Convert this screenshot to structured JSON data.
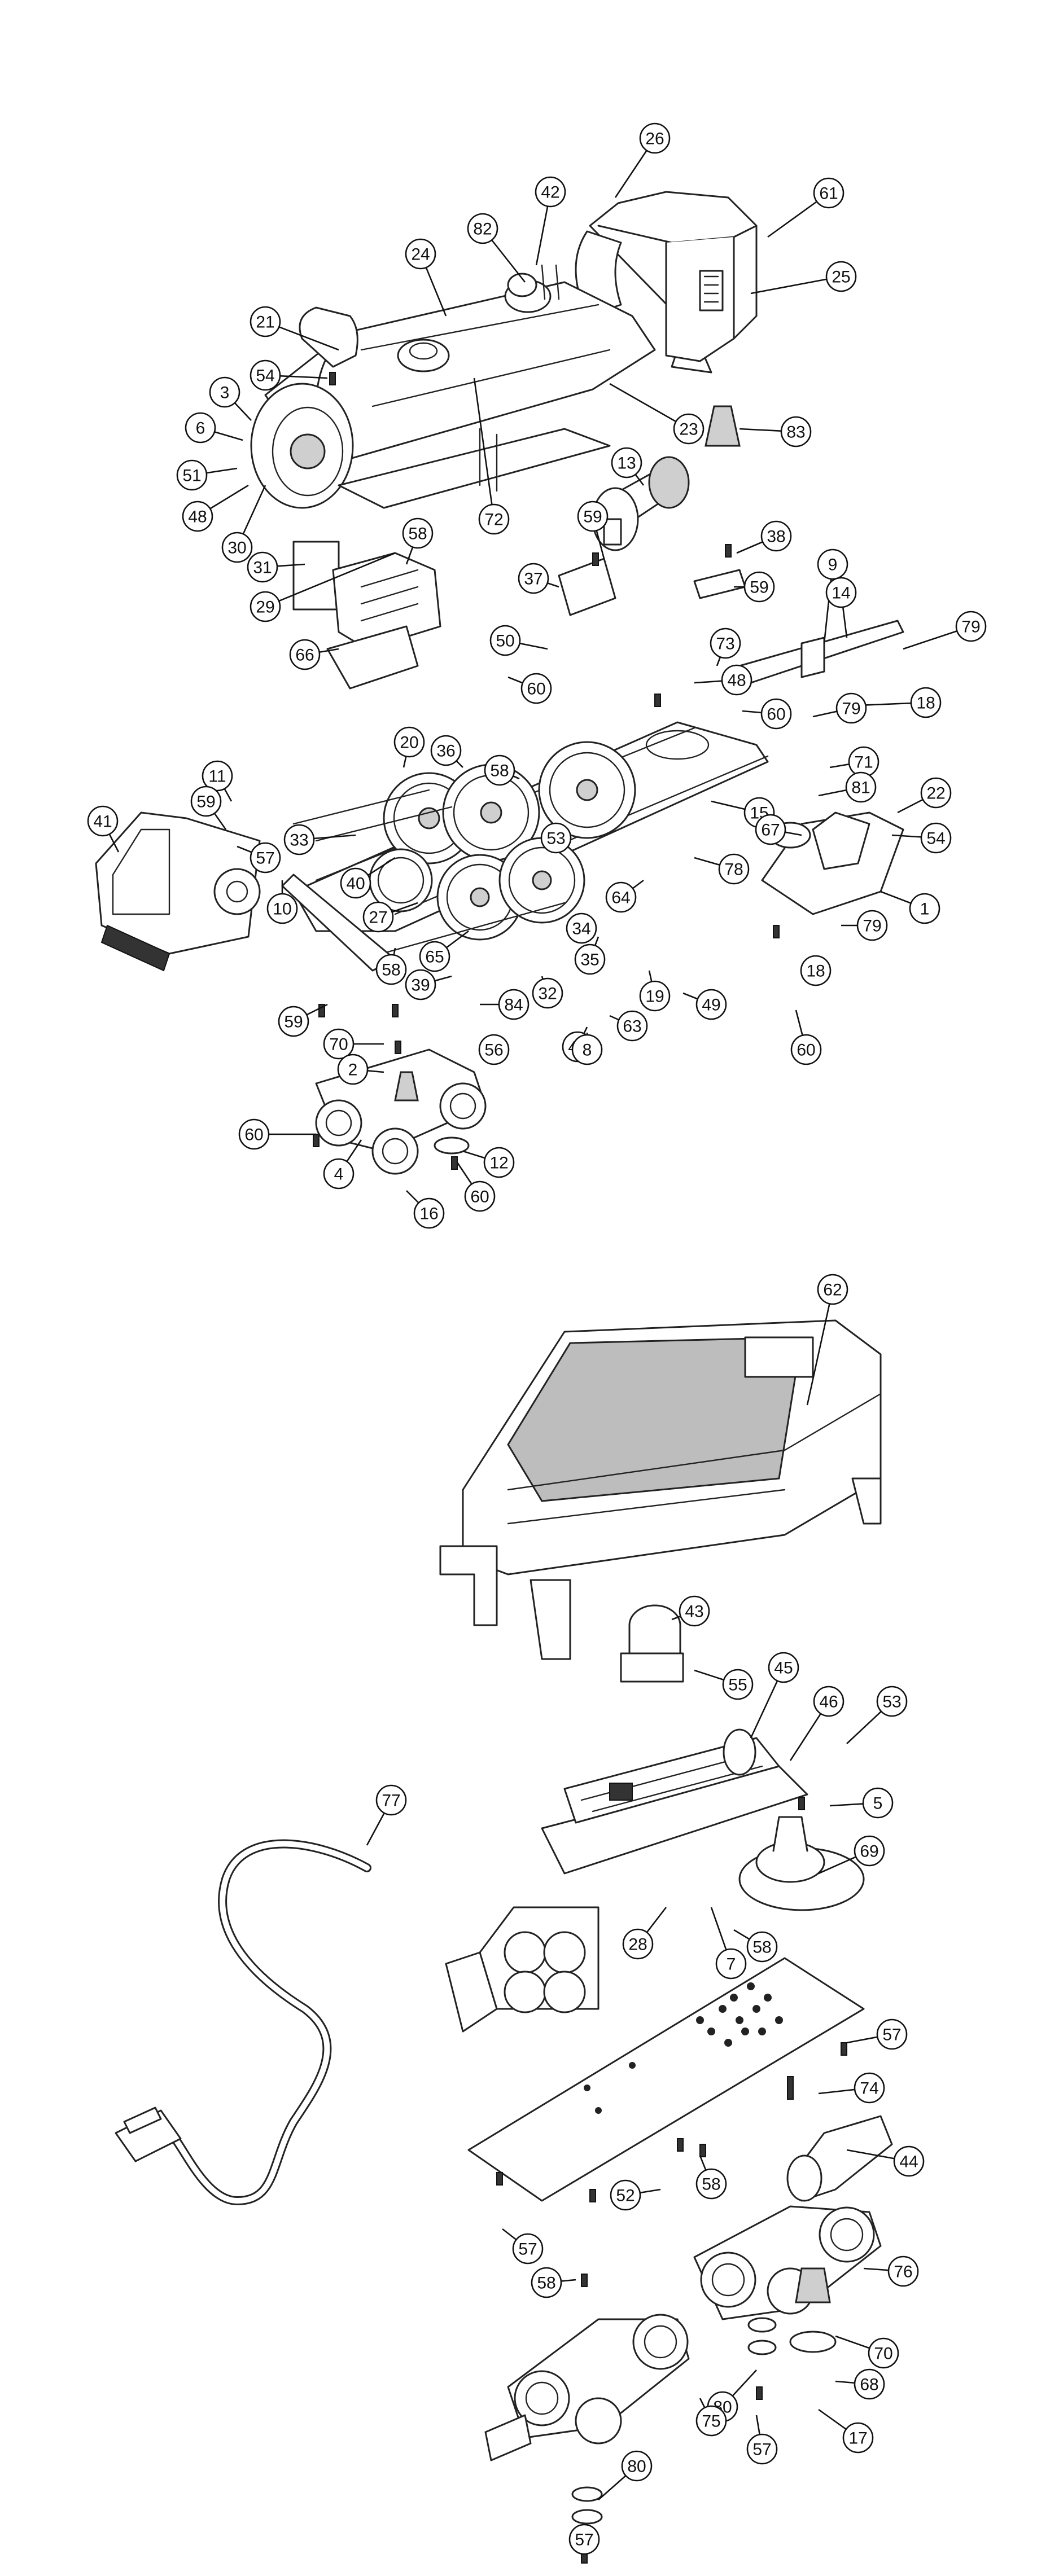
{
  "diagram": {
    "locomotive_callouts": [
      "26",
      "42",
      "61",
      "82",
      "24",
      "25",
      "21",
      "54",
      "3",
      "6",
      "51",
      "48",
      "30",
      "23",
      "83",
      "72",
      "13",
      "59",
      "31",
      "58",
      "29",
      "37",
      "50",
      "38",
      "59",
      "9",
      "14",
      "66",
      "60",
      "48",
      "73",
      "79",
      "60",
      "18",
      "79",
      "20",
      "36",
      "58",
      "71",
      "81",
      "15",
      "11",
      "59",
      "22",
      "67",
      "54",
      "41",
      "57",
      "33",
      "53",
      "40",
      "78",
      "10",
      "27",
      "1",
      "64",
      "65",
      "34",
      "79",
      "35",
      "39",
      "58",
      "32",
      "19",
      "59",
      "18",
      "84",
      "49",
      "60",
      "56",
      "47",
      "63",
      "8",
      "70",
      "2",
      "60",
      "12",
      "4",
      "60",
      "16"
    ],
    "tender_callouts": [
      "62",
      "43",
      "55",
      "45",
      "46",
      "53",
      "77",
      "5",
      "69",
      "28",
      "7",
      "58",
      "57",
      "74",
      "44",
      "52",
      "58",
      "57",
      "58",
      "76",
      "70",
      "68",
      "80",
      "75",
      "17",
      "57",
      "80",
      "57"
    ]
  }
}
